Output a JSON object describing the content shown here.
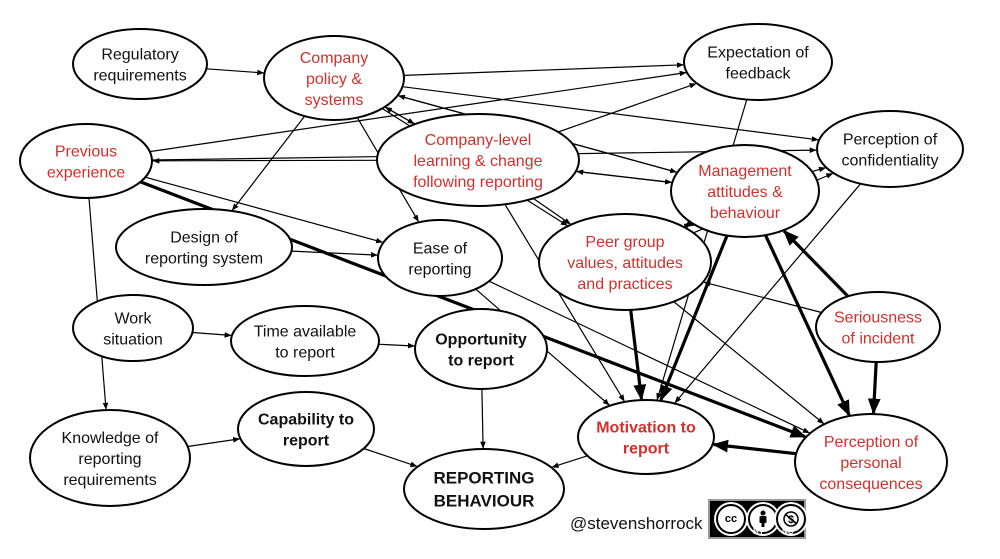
{
  "colors": {
    "red": "#d0312d",
    "black": "#111111"
  },
  "nodes": [
    {
      "id": "regulatory",
      "lines": [
        "Regulatory",
        "requirements"
      ],
      "color": "black",
      "bold": false
    },
    {
      "id": "policy",
      "lines": [
        "Company",
        "policy &",
        "systems"
      ],
      "color": "red",
      "bold": false
    },
    {
      "id": "expectation",
      "lines": [
        "Expectation of",
        "feedback"
      ],
      "color": "black",
      "bold": false
    },
    {
      "id": "previous",
      "lines": [
        "Previous",
        "experience"
      ],
      "color": "red",
      "bold": false
    },
    {
      "id": "learning",
      "lines": [
        "Company-level",
        "learning & change",
        "following reporting"
      ],
      "color": "red",
      "bold": false
    },
    {
      "id": "confidentiality",
      "lines": [
        "Perception of",
        "confidentiality"
      ],
      "color": "black",
      "bold": false
    },
    {
      "id": "management",
      "lines": [
        "Management",
        "attitudes &",
        "behaviour"
      ],
      "color": "red",
      "bold": false
    },
    {
      "id": "design",
      "lines": [
        "Design of",
        "reporting system"
      ],
      "color": "black",
      "bold": false
    },
    {
      "id": "ease",
      "lines": [
        "Ease of",
        "reporting"
      ],
      "color": "black",
      "bold": false
    },
    {
      "id": "peer",
      "lines": [
        "Peer group",
        "values, attitudes",
        "and practices"
      ],
      "color": "red",
      "bold": false
    },
    {
      "id": "work",
      "lines": [
        "Work",
        "situation"
      ],
      "color": "black",
      "bold": false
    },
    {
      "id": "time",
      "lines": [
        "Time available",
        "to report"
      ],
      "color": "black",
      "bold": false
    },
    {
      "id": "opportunity",
      "lines": [
        "Opportunity",
        "to report"
      ],
      "color": "black",
      "bold": true
    },
    {
      "id": "seriousness",
      "lines": [
        "Seriousness",
        "of incident"
      ],
      "color": "red",
      "bold": false
    },
    {
      "id": "knowledge",
      "lines": [
        "Knowledge of",
        "reporting",
        "requirements"
      ],
      "color": "black",
      "bold": false
    },
    {
      "id": "capability",
      "lines": [
        "Capability to",
        "report"
      ],
      "color": "black",
      "bold": true
    },
    {
      "id": "motivation",
      "lines": [
        "Motivation to",
        "report"
      ],
      "color": "red",
      "bold": true
    },
    {
      "id": "consequences",
      "lines": [
        "Perception of",
        "personal",
        "consequences"
      ],
      "color": "red",
      "bold": false
    },
    {
      "id": "behaviour",
      "lines": [
        "REPORTING",
        "BEHAVIOUR"
      ],
      "color": "black",
      "bold": true
    }
  ],
  "edges": [
    {
      "from": "regulatory",
      "to": "policy",
      "weight": "thin"
    },
    {
      "from": "policy",
      "to": "expectation",
      "weight": "thin"
    },
    {
      "from": "policy",
      "to": "confidentiality",
      "weight": "thin"
    },
    {
      "from": "policy",
      "to": "learning",
      "weight": "thin"
    },
    {
      "from": "policy",
      "to": "management",
      "weight": "thin"
    },
    {
      "from": "policy",
      "to": "peer",
      "weight": "thin"
    },
    {
      "from": "policy",
      "to": "design",
      "weight": "thin"
    },
    {
      "from": "policy",
      "to": "ease",
      "weight": "thin"
    },
    {
      "from": "previous",
      "to": "expectation",
      "weight": "thin"
    },
    {
      "from": "previous",
      "to": "confidentiality",
      "weight": "thin"
    },
    {
      "from": "previous",
      "to": "ease",
      "weight": "thin"
    },
    {
      "from": "previous",
      "to": "consequences",
      "weight": "thick"
    },
    {
      "from": "previous",
      "to": "knowledge",
      "weight": "thin"
    },
    {
      "from": "learning",
      "to": "previous",
      "weight": "thin"
    },
    {
      "from": "learning",
      "to": "expectation",
      "weight": "thin"
    },
    {
      "from": "learning",
      "to": "policy",
      "weight": "thin"
    },
    {
      "from": "learning",
      "to": "management",
      "weight": "thin"
    },
    {
      "from": "learning",
      "to": "peer",
      "weight": "thin"
    },
    {
      "from": "learning",
      "to": "motivation",
      "weight": "thin"
    },
    {
      "from": "management",
      "to": "policy",
      "weight": "thin"
    },
    {
      "from": "management",
      "to": "learning",
      "weight": "thin"
    },
    {
      "from": "management",
      "to": "confidentiality",
      "weight": "thin"
    },
    {
      "from": "management",
      "to": "peer",
      "weight": "thick"
    },
    {
      "from": "management",
      "to": "motivation",
      "weight": "thick"
    },
    {
      "from": "management",
      "to": "consequences",
      "weight": "thick"
    },
    {
      "from": "peer",
      "to": "management",
      "weight": "thin"
    },
    {
      "from": "peer",
      "to": "confidentiality",
      "weight": "thin"
    },
    {
      "from": "peer",
      "to": "motivation",
      "weight": "thick"
    },
    {
      "from": "peer",
      "to": "consequences",
      "weight": "thin"
    },
    {
      "from": "expectation",
      "to": "motivation",
      "weight": "thin"
    },
    {
      "from": "confidentiality",
      "to": "motivation",
      "weight": "thin"
    },
    {
      "from": "design",
      "to": "ease",
      "weight": "thin"
    },
    {
      "from": "ease",
      "to": "motivation",
      "weight": "thin"
    },
    {
      "from": "ease",
      "to": "consequences",
      "weight": "thin"
    },
    {
      "from": "seriousness",
      "to": "management",
      "weight": "thick"
    },
    {
      "from": "seriousness",
      "to": "peer",
      "weight": "thin"
    },
    {
      "from": "seriousness",
      "to": "consequences",
      "weight": "thick"
    },
    {
      "from": "work",
      "to": "time",
      "weight": "thin"
    },
    {
      "from": "time",
      "to": "opportunity",
      "weight": "thin"
    },
    {
      "from": "opportunity",
      "to": "behaviour",
      "weight": "thin"
    },
    {
      "from": "knowledge",
      "to": "capability",
      "weight": "thin"
    },
    {
      "from": "capability",
      "to": "behaviour",
      "weight": "thin"
    },
    {
      "from": "motivation",
      "to": "behaviour",
      "weight": "thin"
    },
    {
      "from": "consequences",
      "to": "motivation",
      "weight": "thick"
    }
  ],
  "footer": {
    "handle": "@stevenshorrock",
    "license": {
      "cc": "cc",
      "by": "BY",
      "nc": "NC"
    }
  }
}
